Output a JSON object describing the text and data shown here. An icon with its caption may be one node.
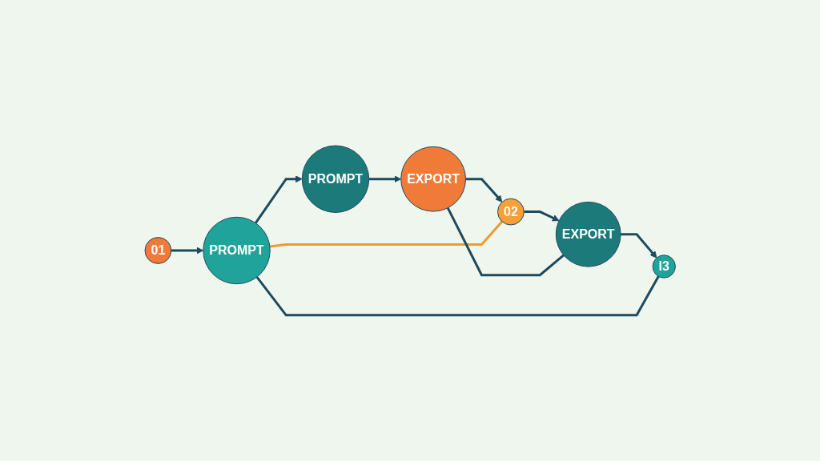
{
  "diagram": {
    "nodes": [
      {
        "text": [
          "01"
        ]
      },
      {
        "text": [
          "PROMPT"
        ]
      },
      {
        "text": [
          "PROMPT"
        ]
      },
      {
        "text": [
          "EXPORT"
        ]
      },
      {
        "text": [
          "02"
        ]
      },
      {
        "text": [
          "EXPORT"
        ]
      },
      {
        "text": [
          "I3"
        ]
      }
    ],
    "edges": [
      {
        "from": 0,
        "to": 1,
        "arrow": "to"
      },
      {
        "from": 1,
        "to": 2,
        "arrow": "to"
      },
      {
        "from": 2,
        "to": 3,
        "arrow": "to"
      },
      {
        "from": 3,
        "to": 4,
        "arrow": "to"
      },
      {
        "from": 4,
        "to": 5,
        "arrow": "to"
      },
      {
        "from": 5,
        "to": 6,
        "arrow": "to"
      },
      {
        "from": 1,
        "to": 4,
        "arrow": "none",
        "color": "#f39a2e"
      },
      {
        "from": 1,
        "to": 6,
        "arrow": "none"
      },
      {
        "from": 3,
        "to": 5,
        "arrow": "none"
      }
    ]
  }
}
